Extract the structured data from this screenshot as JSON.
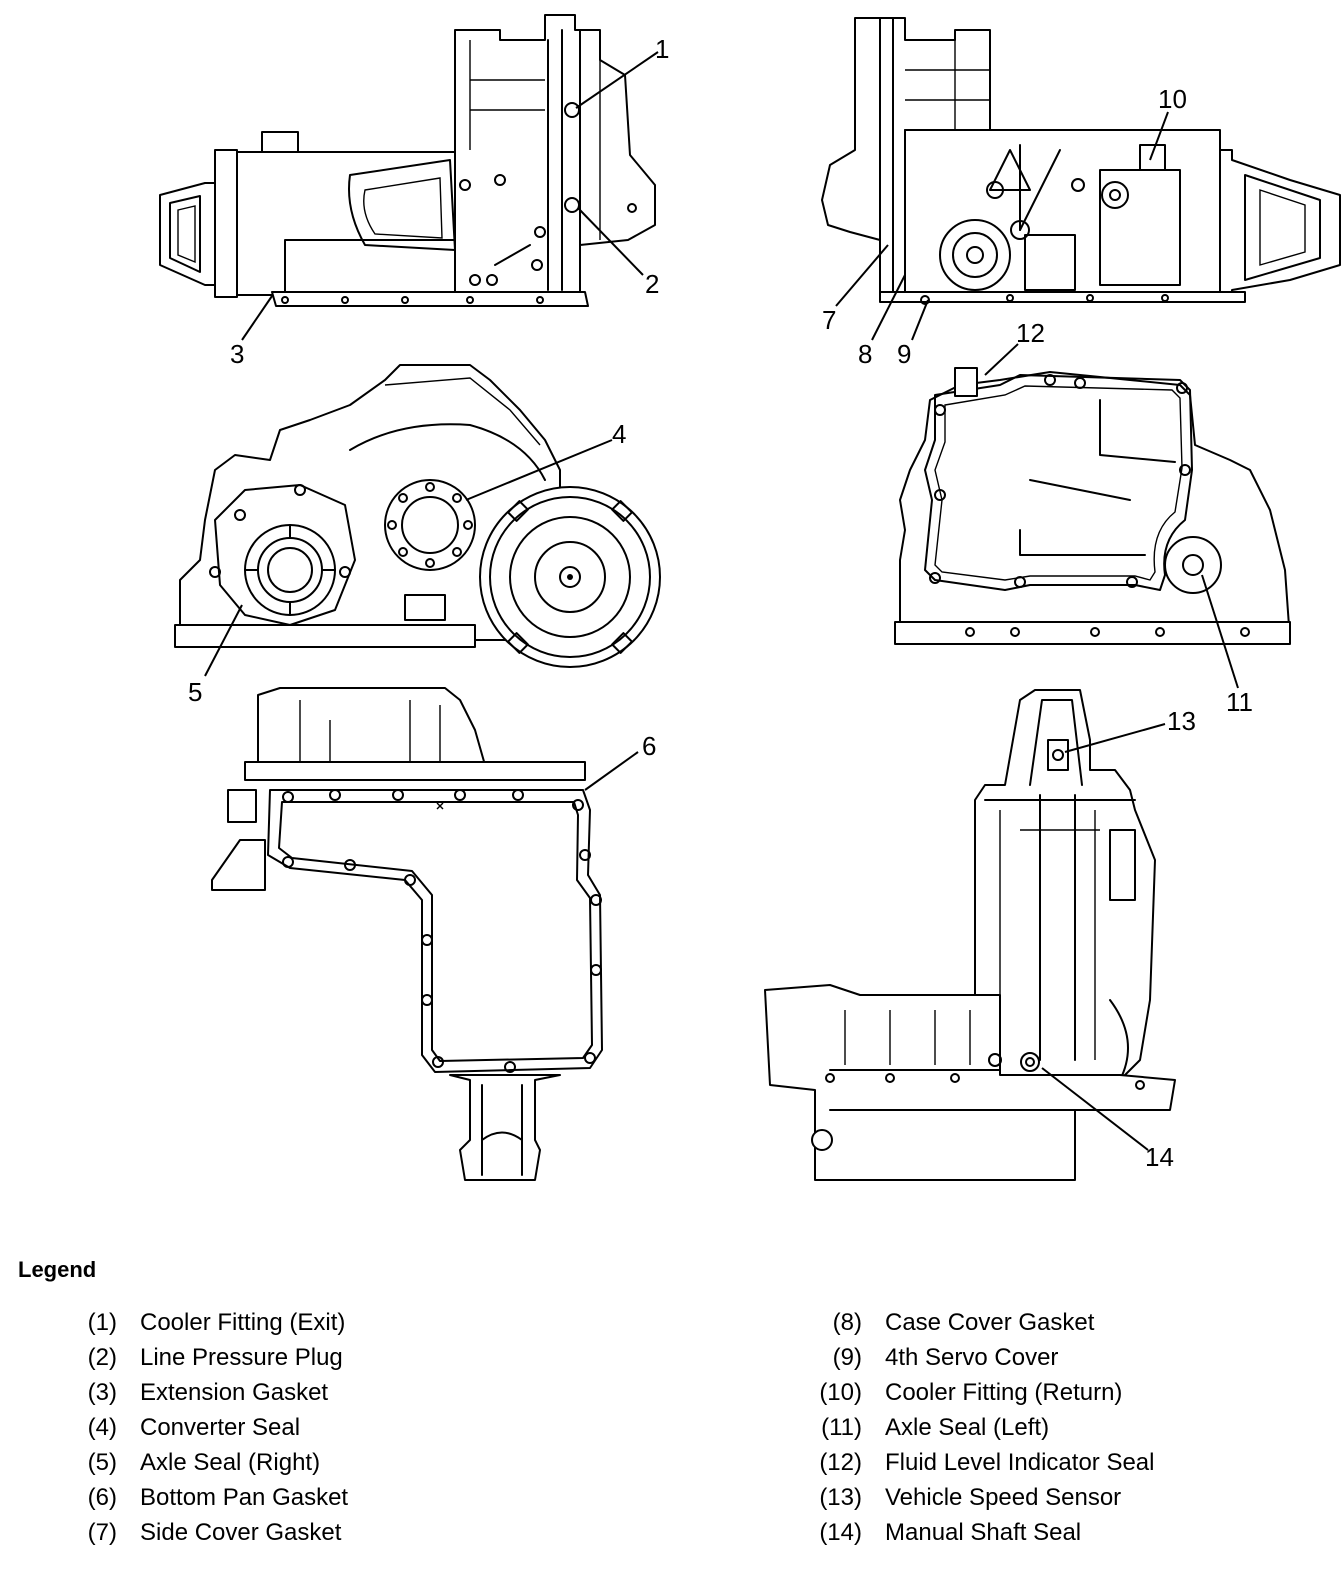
{
  "callouts": [
    "1",
    "2",
    "3",
    "4",
    "5",
    "6",
    "7",
    "8",
    "9",
    "10",
    "11",
    "12",
    "13",
    "14"
  ],
  "legend": {
    "title": "Legend",
    "items": [
      {
        "num": "(1)",
        "label": "Cooler Fitting (Exit)"
      },
      {
        "num": "(2)",
        "label": "Line Pressure Plug"
      },
      {
        "num": "(3)",
        "label": "Extension Gasket"
      },
      {
        "num": "(4)",
        "label": "Converter Seal"
      },
      {
        "num": "(5)",
        "label": "Axle Seal (Right)"
      },
      {
        "num": "(6)",
        "label": "Bottom Pan Gasket"
      },
      {
        "num": "(7)",
        "label": "Side Cover Gasket"
      },
      {
        "num": "(8)",
        "label": "Case Cover Gasket"
      },
      {
        "num": "(9)",
        "label": "4th Servo Cover"
      },
      {
        "num": "(10)",
        "label": "Cooler Fitting (Return)"
      },
      {
        "num": "(11)",
        "label": "Axle Seal (Left)"
      },
      {
        "num": "(12)",
        "label": "Fluid Level Indicator Seal"
      },
      {
        "num": "(13)",
        "label": "Vehicle Speed Sensor"
      },
      {
        "num": "(14)",
        "label": "Manual Shaft Seal"
      }
    ]
  }
}
